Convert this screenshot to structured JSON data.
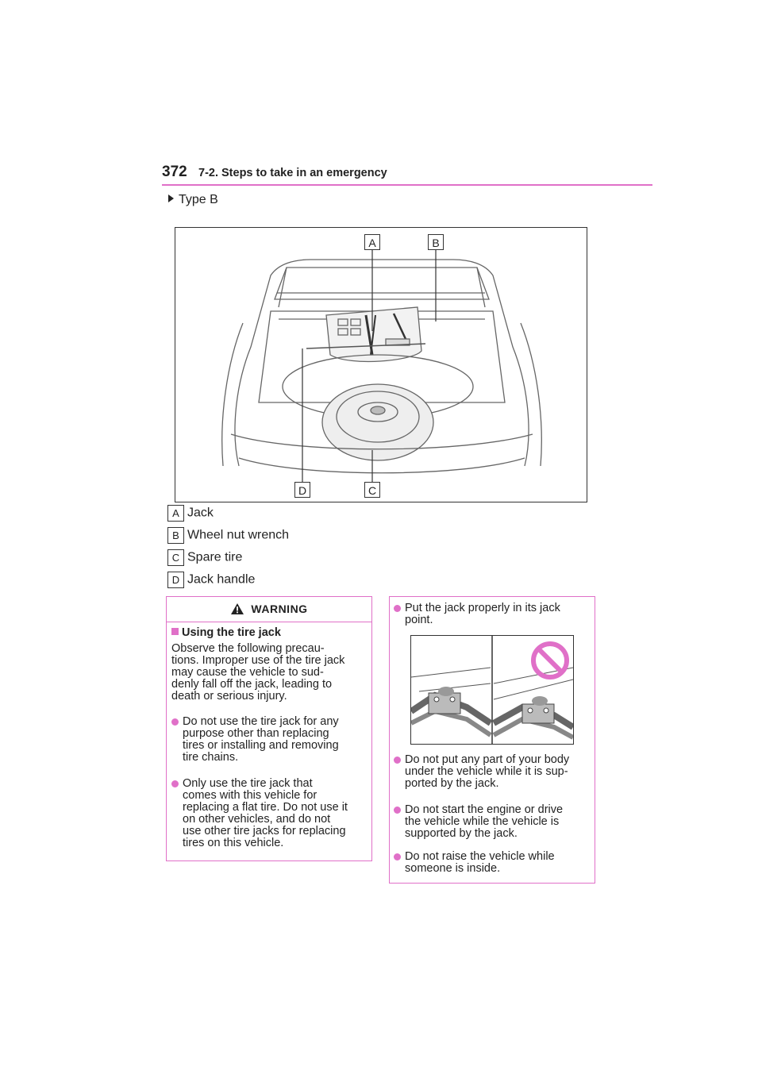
{
  "header": {
    "page_number": "372",
    "section_title": "7-2. Steps to take in an emergency"
  },
  "type_label": "Type B",
  "figure_labels": {
    "a": "A",
    "b": "B",
    "c": "C",
    "d": "D"
  },
  "legend": [
    {
      "key": "A",
      "text": "Jack"
    },
    {
      "key": "B",
      "text": "Wheel nut wrench"
    },
    {
      "key": "C",
      "text": "Spare tire"
    },
    {
      "key": "D",
      "text": "Jack handle"
    }
  ],
  "warning": {
    "title": "WARNING",
    "heading": "Using the tire jack",
    "intro_lines": [
      "Observe the following precau-",
      "tions. Improper use of the tire jack",
      "may cause the vehicle to sud-",
      "denly fall off the jack, leading to",
      "death or serious injury."
    ],
    "bullets_left": [
      {
        "lines": [
          "Do not use the tire jack for any",
          "purpose other than replacing",
          "tires or installing and removing",
          "tire chains."
        ]
      },
      {
        "lines": [
          "Only use the tire jack that",
          "comes with this vehicle for",
          "replacing a flat tire. Do not use it",
          "on other vehicles, and do not",
          "use other tire jacks for replacing",
          "tires on this vehicle."
        ]
      }
    ],
    "bullets_right": [
      {
        "lines": [
          "Put the jack properly in its jack",
          "point."
        ]
      },
      {
        "lines": [
          "Do not put any part of your body",
          "under the vehicle while it is sup-",
          "ported by the jack."
        ]
      },
      {
        "lines": [
          "Do not start the engine or drive",
          "the vehicle while the vehicle is",
          "supported by the jack."
        ]
      },
      {
        "lines": [
          "Do not raise the vehicle while",
          "someone is inside."
        ]
      }
    ]
  },
  "colors": {
    "accent": "#e070c8",
    "text": "#222222"
  },
  "icons": [
    "warning-triangle-icon",
    "prohibited-icon",
    "arrow-bullet-icon"
  ]
}
